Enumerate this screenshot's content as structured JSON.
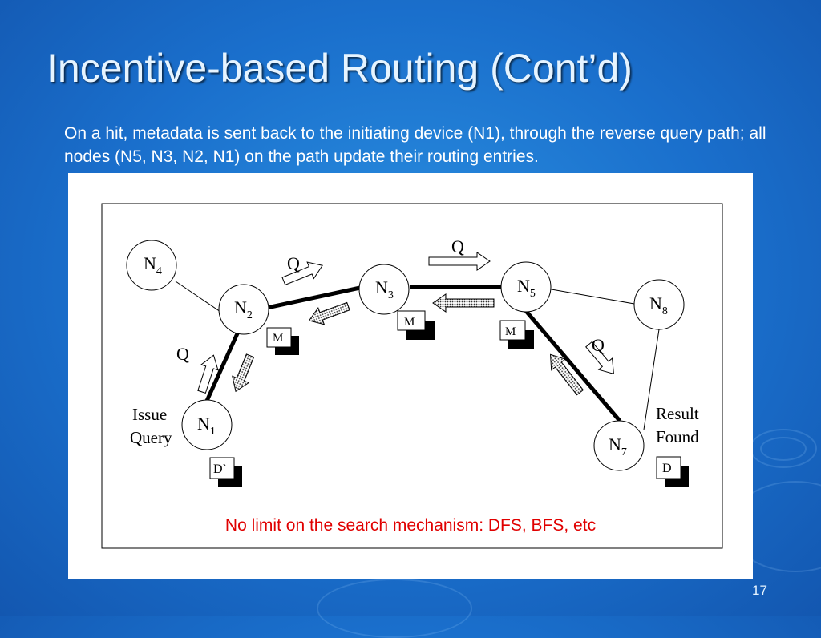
{
  "slide": {
    "title": "Incentive-based Routing (Cont’d)",
    "body": "On a hit, metadata is sent back to the initiating device (N1), through the reverse query path; all nodes (N5, N3, N2, N1) on the path update their routing entries.",
    "note": "No limit on the search mechanism: DFS, BFS, etc",
    "page_number": "17"
  },
  "diagram": {
    "nodes": [
      {
        "id": "N4",
        "label": "N",
        "sub": "4"
      },
      {
        "id": "N2",
        "label": "N",
        "sub": "2"
      },
      {
        "id": "N3",
        "label": "N",
        "sub": "3"
      },
      {
        "id": "N5",
        "label": "N",
        "sub": "5"
      },
      {
        "id": "N8",
        "label": "N",
        "sub": "8"
      },
      {
        "id": "N1",
        "label": "N",
        "sub": "1"
      },
      {
        "id": "N7",
        "label": "N",
        "sub": "7"
      }
    ],
    "query_label": "Q",
    "metadata_label": "M",
    "data_label_origin": "D`",
    "data_label_result": "D",
    "issue_label": [
      "Issue",
      "Query"
    ],
    "result_label": [
      "Result",
      "Found"
    ]
  },
  "colors": {
    "accent_text": "#e00000",
    "title_text": "#e6f4ff"
  }
}
